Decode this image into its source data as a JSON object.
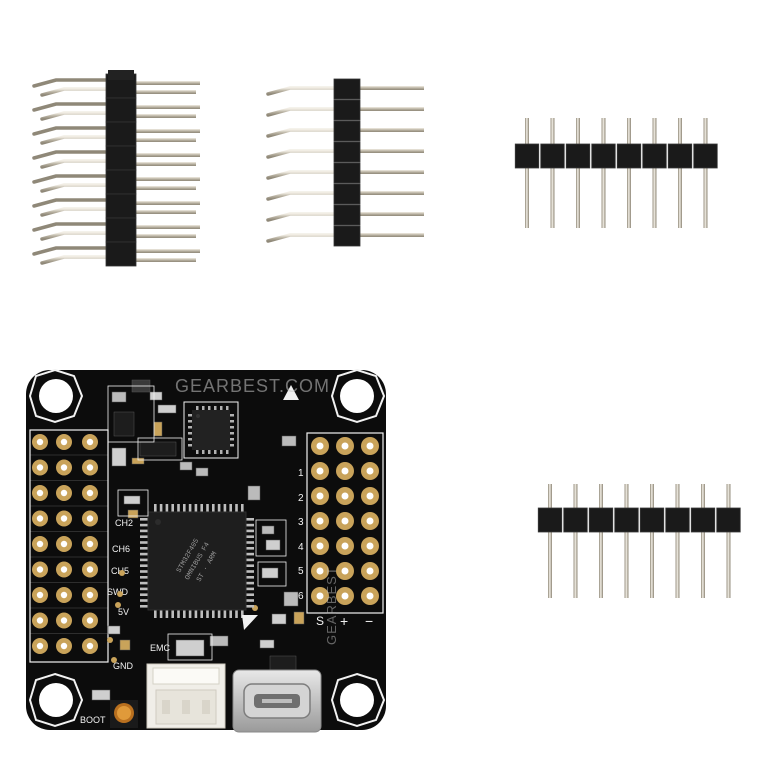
{
  "colors": {
    "background": "#ffffff",
    "pcb": "#0c0c0c",
    "pad_gold": "#c9a35a",
    "silkscreen": "#f2f2f2",
    "pin_metal": "#c8c3b6",
    "header_plastic": "#1a1a1a",
    "connector_white": "#f0eee8"
  },
  "board": {
    "channel_labels": [
      "CH2",
      "CH6",
      "CH5",
      "SWD",
      "5V",
      "GND"
    ],
    "pad_numbers": [
      "1",
      "2",
      "3",
      "4",
      "5",
      "6"
    ],
    "rail_labels": [
      "S",
      "+",
      "−"
    ],
    "emc_label": "EMC",
    "boot_label": "BOOT",
    "chip_text": [
      "STM32F405",
      "OMNIBUS F4",
      "ST · ARM"
    ],
    "watermark_top": "GEARBEST.COM",
    "watermark_side": "GEARBEST"
  },
  "accessories": {
    "items": [
      "right-angle double-row header",
      "right-angle single-row header",
      "straight single-row header",
      "straight single-row header"
    ]
  }
}
